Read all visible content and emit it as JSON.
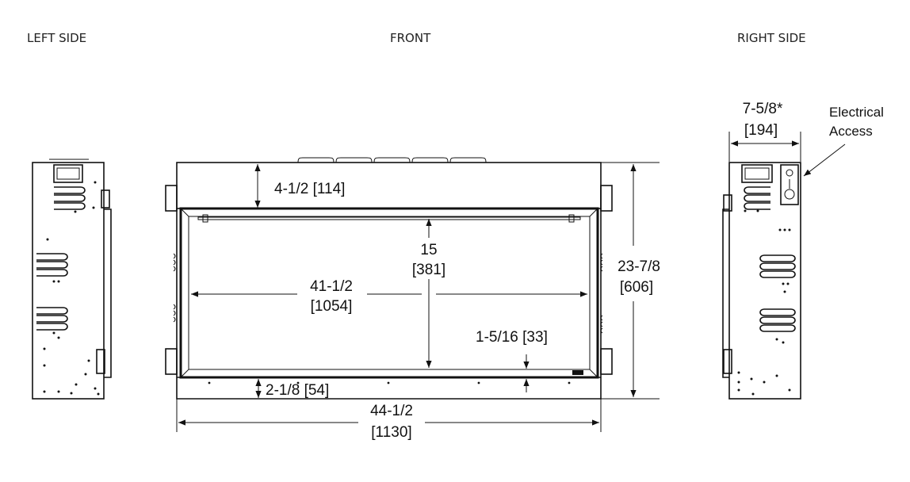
{
  "views": {
    "left_label": "LEFT SIDE",
    "front_label": "FRONT",
    "right_label": "RIGHT SIDE"
  },
  "dimensions": {
    "top_header": "4-1/2 [114]",
    "opening_height_1": "15",
    "opening_height_2": "[381]",
    "opening_width_1": "41-1/2",
    "opening_width_2": "[1054]",
    "total_height_1": "23-7/8",
    "total_height_2": "[606]",
    "trim": "1-5/16 [33]",
    "base": "2-1/8 [54]",
    "total_width_1": "44-1/2",
    "total_width_2": "[1130]",
    "depth_1": "7-5/8*",
    "depth_2": "[194]"
  },
  "annotations": {
    "electrical_1": "Electrical",
    "electrical_2": "Access"
  },
  "colors": {
    "line": "#111111",
    "background": "#ffffff"
  }
}
